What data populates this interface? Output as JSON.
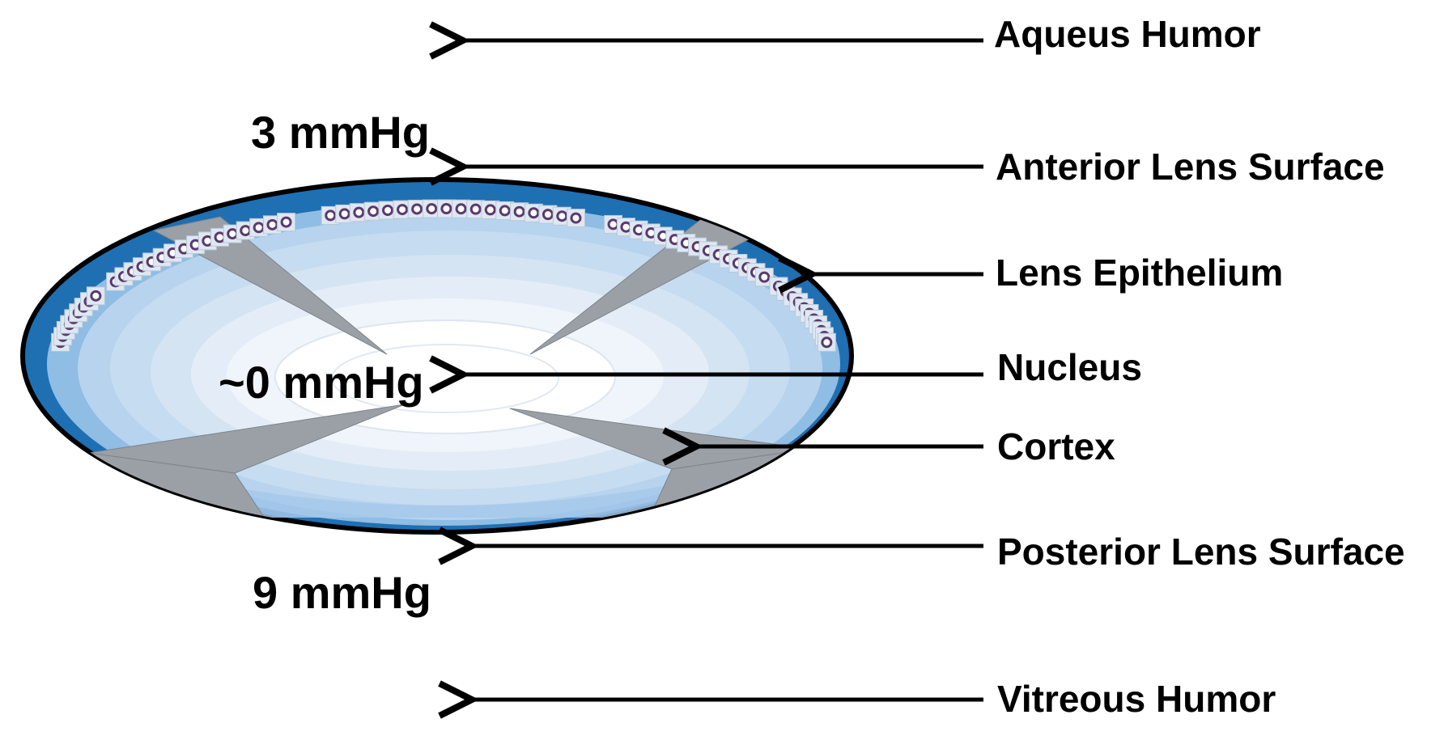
{
  "labels": {
    "aqueous_humor": "Aqueus Humor",
    "anterior_lens_surface": "Anterior Lens Surface",
    "lens_epithelium": "Lens Epithelium",
    "nucleus": "Nucleus",
    "cortex": "Cortex",
    "posterior_lens_surface": "Posterior Lens Surface",
    "vitreous_humor": "Vitreous Humor"
  },
  "pressures": {
    "anterior": "3 mmHg",
    "center": "~0 mmHg",
    "posterior": "9 mmHg"
  },
  "colors": {
    "capsule": "#1f6fb3",
    "capsule_outline": "#000000",
    "cortex_outer": "#a9c9e8",
    "cortex_mid": "#c8dcef",
    "nucleus": "#ffffff",
    "suture": "#9aa0a6",
    "cell_nucleus": "#5b3a6b",
    "arrow": "#000000"
  }
}
